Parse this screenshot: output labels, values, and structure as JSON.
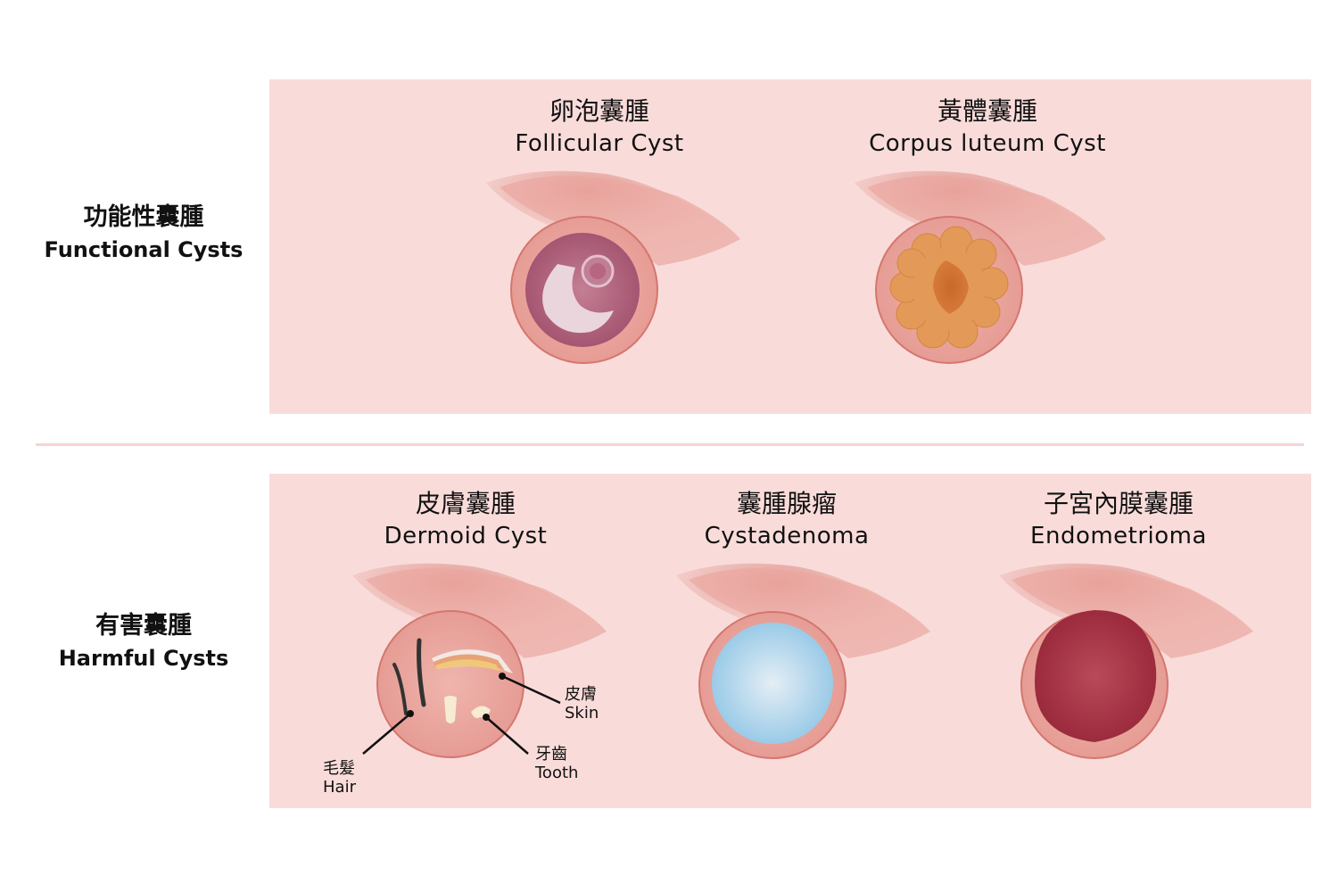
{
  "functional": {
    "label_zh": "功能性囊腫",
    "label_en": "Functional Cysts",
    "cysts": [
      {
        "zh": "卵泡囊腫",
        "en": "Follicular Cyst"
      },
      {
        "zh": "黃體囊腫",
        "en": "Corpus luteum Cyst"
      }
    ]
  },
  "harmful": {
    "label_zh": "有害囊腫",
    "label_en": "Harmful Cysts",
    "cysts": [
      {
        "zh": "皮膚囊腫",
        "en": "Dermoid Cyst"
      },
      {
        "zh": "囊腫腺瘤",
        "en": "Cystadenoma"
      },
      {
        "zh": "子宮內膜囊腫",
        "en": "Endometrioma"
      }
    ],
    "dermoid_callouts": {
      "skin_zh": "皮膚",
      "skin_en": "Skin",
      "tooth_zh": "牙齒",
      "tooth_en": "Tooth",
      "hair_zh": "毛髮",
      "hair_en": "Hair"
    }
  },
  "colors": {
    "panel": "#f9dcda",
    "ovary": "#eaa59f",
    "follicle": "#b5657e",
    "luteum": "#e29a55",
    "cystadenoma": "#a9d4ea",
    "endometrioma": "#a8374a"
  }
}
